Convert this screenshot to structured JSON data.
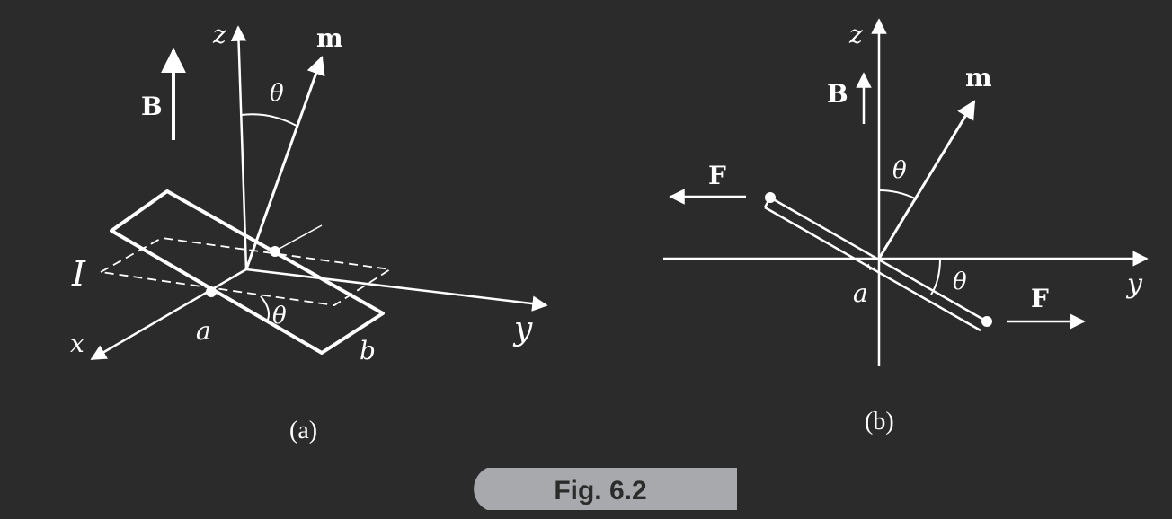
{
  "panel_a": {
    "axis_x": "x",
    "axis_y": "y",
    "axis_z": "z",
    "moment": "m",
    "field": "B",
    "angle_top": "θ",
    "angle_bottom": "θ",
    "current": "I",
    "side_a": "a",
    "side_b": "b",
    "caption": "(a)"
  },
  "panel_b": {
    "axis_y": "y",
    "axis_z": "z",
    "moment": "m",
    "field": "B",
    "angle_top": "θ",
    "angle_bottom": "θ",
    "side_a": "a",
    "force_left": "F",
    "force_right": "F",
    "caption": "(b)"
  },
  "figure_label": "Fig. 6.2",
  "colors": {
    "background": "#2b2b2b",
    "ink": "#ffffff",
    "badge": "#a7a9ac"
  }
}
